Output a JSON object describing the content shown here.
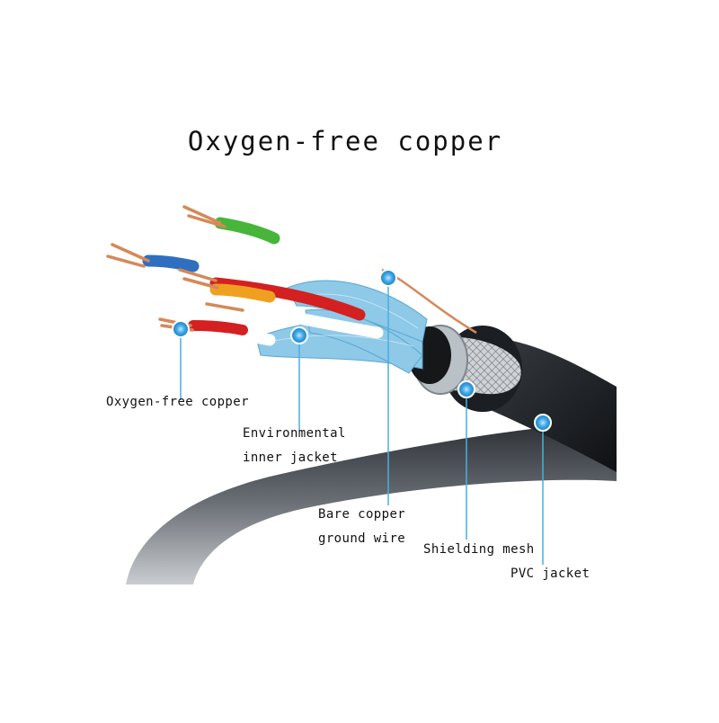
{
  "title": "Oxygen-free copper",
  "colors": {
    "jacket": "#1b1e22",
    "cable_body": "#4a4f55",
    "inner_jacket": "#8ec9e8",
    "copper": "#d4895a",
    "callout": "#3ea8e6"
  },
  "wire_colors": [
    "#2f6fc0",
    "#46b53a",
    "#f0a020",
    "#d42020",
    "#ffffff"
  ],
  "labels": {
    "oxygen_free_copper": "Oxygen-free copper",
    "environmental_inner_jacket": [
      "Environmental",
      "inner jacket"
    ],
    "bare_copper_ground_wire": [
      "Bare copper",
      "ground wire"
    ],
    "shielding_mesh": "Shielding mesh",
    "pvc_jacket": "PVC jacket"
  }
}
